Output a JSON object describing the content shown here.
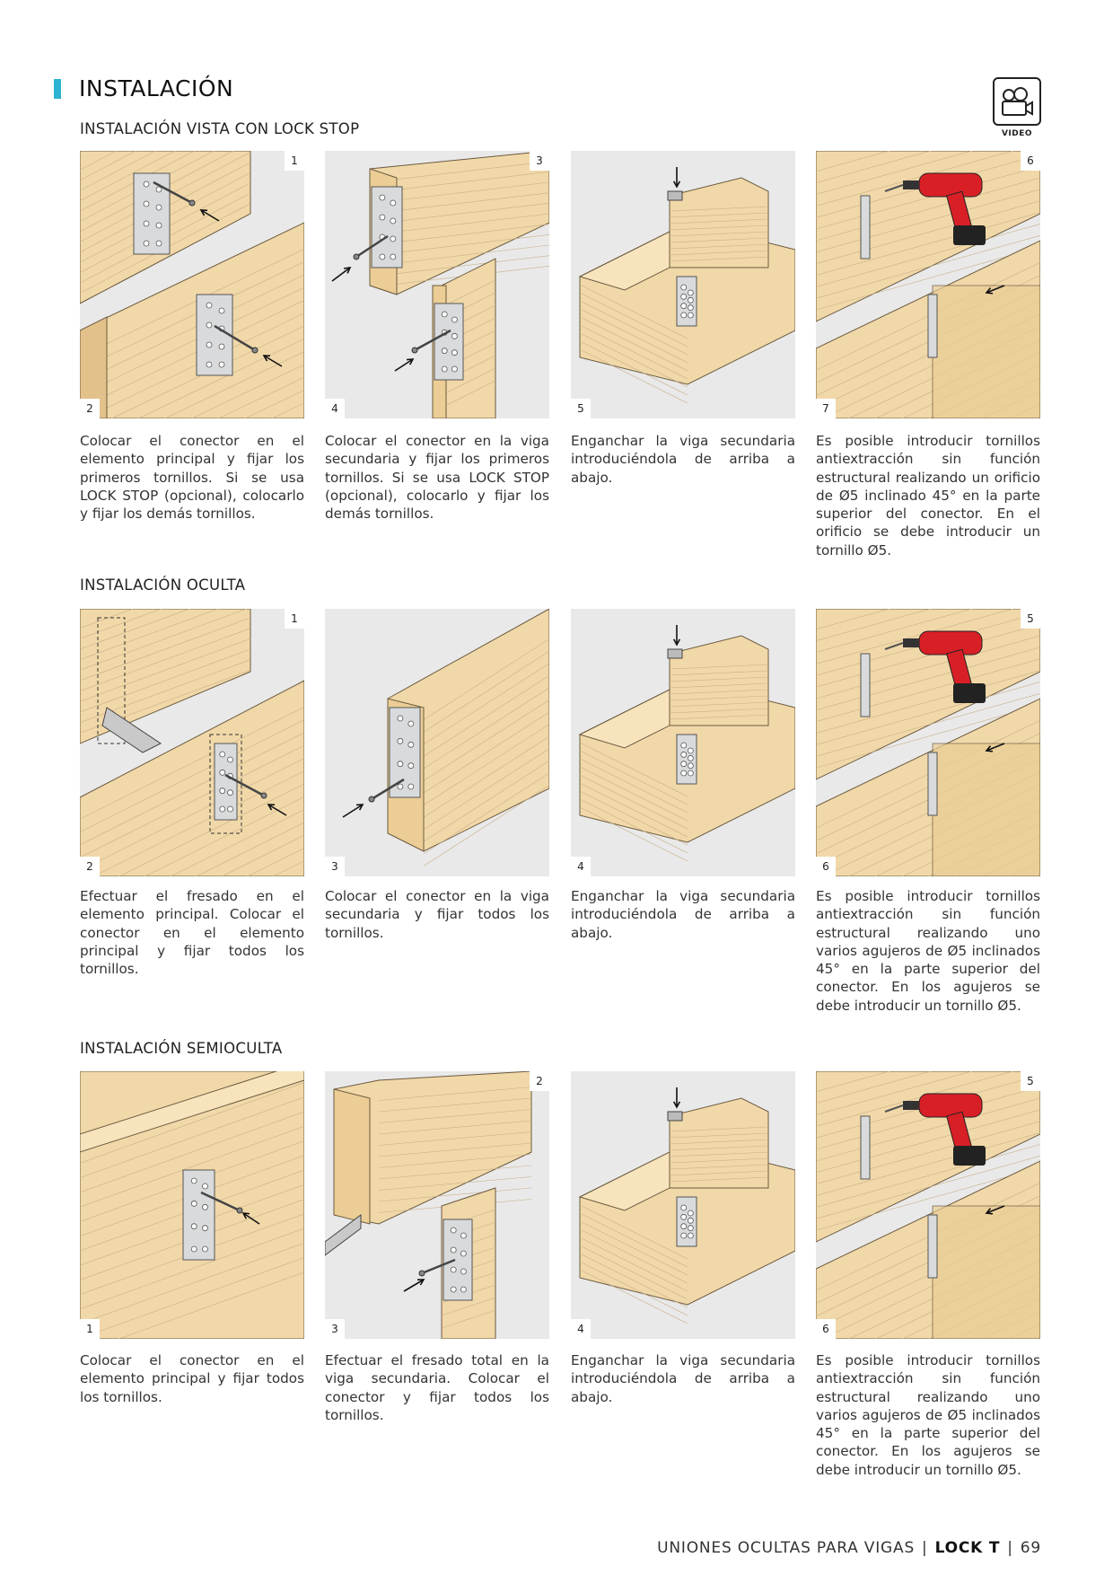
{
  "header": {
    "title": "INSTALACIÓN",
    "accent_color": "#2bb3d1"
  },
  "video": {
    "label": "VIDEO",
    "icon": "video-camera-icon"
  },
  "sections": [
    {
      "title": "INSTALACIÓN VISTA CON LOCK STOP",
      "panels": [
        {
          "nums": [
            "1",
            "2"
          ],
          "desc": "Colocar el conector en el elemento principal y fijar los primeros tornillos. Si se usa LOCK STOP (opcional), colocarlo y fijar los demás tornillos."
        },
        {
          "nums": [
            "3",
            "4"
          ],
          "desc": "Colocar el conector en la viga secundaria y fijar los primeros tornillos. Si se usa LOCK STOP (opcional), colocarlo y fijar los demás tornillos."
        },
        {
          "nums": [
            "",
            "5"
          ],
          "desc": "Enganchar la viga secundaria introduciéndola de arriba a abajo."
        },
        {
          "nums": [
            "6",
            "7"
          ],
          "desc": "Es posible introducir tornillos antiextracción sin función estructural realizando un orificio de Ø5 inclinado 45° en la parte superior del conector. En el orificio se debe introducir un tornillo Ø5."
        }
      ]
    },
    {
      "title": "INSTALACIÓN OCULTA",
      "panels": [
        {
          "nums": [
            "1",
            "2"
          ],
          "desc": "Efectuar el fresado en el elemento principal. Colocar el conector en el elemento principal y fijar todos los tornillos."
        },
        {
          "nums": [
            "",
            "3"
          ],
          "desc": "Colocar el conector en la viga secundaria y fijar todos los tornillos."
        },
        {
          "nums": [
            "",
            "4"
          ],
          "desc": "Enganchar la viga secundaria introduciéndola de arriba a abajo."
        },
        {
          "nums": [
            "5",
            "6"
          ],
          "desc": "Es posible introducir tornillos antiextracción sin función estructural realizando uno varios agujeros de Ø5 inclinados 45° en la parte superior del conector. En los agujeros se debe introducir un tornillo Ø5."
        }
      ]
    },
    {
      "title": "INSTALACIÓN SEMIOCULTA",
      "panels": [
        {
          "nums": [
            "",
            "1"
          ],
          "desc": "Colocar el conector en el elemento principal y fijar todos los tornillos."
        },
        {
          "nums": [
            "2",
            "3"
          ],
          "desc": "Efectuar el fresado total en la viga secundaria. Colocar el conector y fijar todos los tornillos."
        },
        {
          "nums": [
            "",
            "4"
          ],
          "desc": "Enganchar la viga secundaria introduciéndola de arriba a abajo."
        },
        {
          "nums": [
            "5",
            "6"
          ],
          "desc": "Es posible introducir tornillos antiextracción sin función estructural realizando uno varios agujeros de Ø5 inclinados 45° en la parte superior del conector. En los agujeros se debe introducir un tornillo Ø5."
        }
      ]
    }
  ],
  "footer": {
    "text": "UNIONES OCULTAS PARA VIGAS",
    "sep1": "|",
    "product": "LOCK T",
    "sep2": "|",
    "page": "69"
  }
}
